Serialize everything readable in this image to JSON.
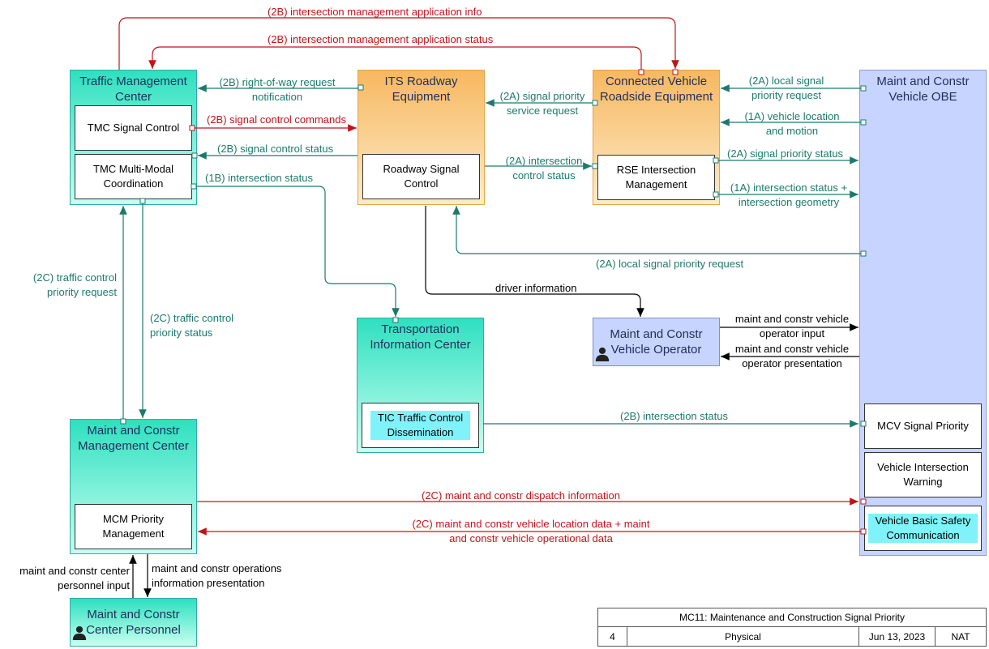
{
  "elements": {
    "tmc": {
      "title": "Traffic Management Center",
      "signal_control": "TMC Signal Control",
      "multimodal": "TMC Multi-Modal Coordination"
    },
    "its": {
      "title": "ITS Roadway Equipment",
      "signal_control": "Roadway Signal Control"
    },
    "cvrse": {
      "title": "Connected Vehicle Roadside Equipment",
      "intersection_mgmt": "RSE Intersection Management"
    },
    "obe": {
      "title": "Maint and Constr Vehicle OBE",
      "signal_priority": "MCV Signal Priority",
      "intersection_warning": "Vehicle Intersection Warning",
      "bsm": "Vehicle Basic Safety Communication"
    },
    "tic": {
      "title": "Transportation Information Center",
      "dissemination": "TIC Traffic Control Dissemination"
    },
    "operator": {
      "title": "Maint and Constr Vehicle Operator"
    },
    "mcm": {
      "title": "Maint and Constr Management Center",
      "priority": "MCM Priority Management"
    },
    "personnel": {
      "title": "Maint and Constr Center Personnel"
    }
  },
  "flows": {
    "app_info": "(2B) intersection management application info",
    "app_status": "(2B) intersection management application status",
    "row_request": "(2B) right-of-way request notification",
    "signal_commands": "(2B) signal control commands",
    "signal_status": "(2B) signal control status",
    "intersection_status_1b": "(1B) intersection status",
    "priority_service": "(2A) signal priority service request",
    "intersection_control": "(2A) intersection control status",
    "local_signal_req": "(2A) local signal priority request",
    "vehicle_location": "(1A) vehicle location and motion",
    "priority_status_2a": "(2A) signal priority status",
    "intersection_geom": "(1A) intersection status + intersection geometry",
    "local_signal_req_long": "(2A) local signal priority request",
    "driver_info": "driver information",
    "tc_request": "(2C) traffic control priority request",
    "tc_status": "(2C) traffic control priority status",
    "operator_input": "maint and constr vehicle operator input",
    "operator_presentation": "maint and constr vehicle operator presentation",
    "intersection_status_2b": "(2B) intersection status",
    "dispatch": "(2C) maint and constr dispatch information",
    "location_data": "(2C) maint and constr vehicle location data + maint and constr vehicle operational data",
    "personnel_input": "maint and constr center personnel input",
    "ops_presentation": "maint and constr operations information presentation"
  },
  "title_block": {
    "title": "MC11: Maintenance and Construction Signal Priority",
    "page": "4",
    "view": "Physical",
    "date": "Jun 13, 2023",
    "scope": "NAT"
  },
  "colors": {
    "teal": "#1c7a6c",
    "red": "#c0141b",
    "center": "#2ee0c0",
    "field": "#f7b860",
    "vehicle": "#c6d4ff"
  }
}
